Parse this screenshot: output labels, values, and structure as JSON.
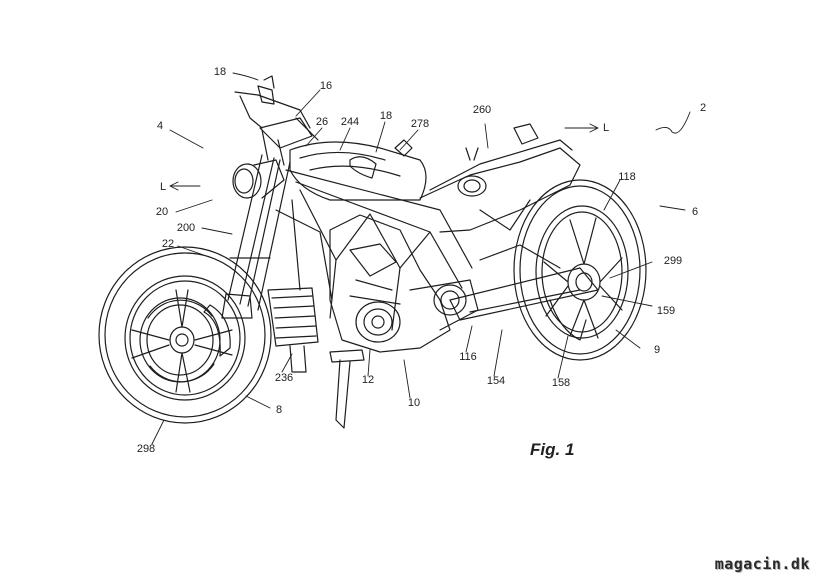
{
  "figure": {
    "caption": "Fig. 1",
    "watermark": "magacin.dk",
    "reference_labels": [
      "18",
      "16",
      "2",
      "4",
      "26",
      "244",
      "18",
      "278",
      "260",
      "L",
      "L",
      "20",
      "6",
      "118",
      "200",
      "22",
      "299",
      "159",
      "9",
      "236",
      "12",
      "116",
      "154",
      "158",
      "10",
      "8",
      "298"
    ]
  }
}
